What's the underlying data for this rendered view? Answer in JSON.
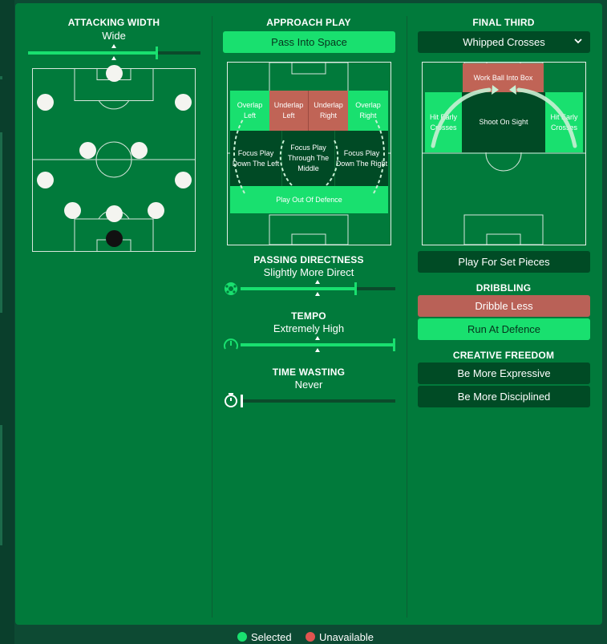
{
  "attacking_width": {
    "title": "ATTACKING WIDTH",
    "value": "Wide",
    "level_fraction": 0.74
  },
  "approach_play": {
    "title": "APPROACH PLAY",
    "selected_label": "Pass Into Space",
    "zones": {
      "overlap_left": "Overlap Left",
      "underlap_left": "Underlap Left",
      "underlap_right": "Underlap Right",
      "overlap_right": "Overlap Right",
      "focus_left": "Focus Play Down The Left",
      "focus_middle": "Focus Play Through The Middle",
      "focus_right": "Focus Play Down The Right",
      "play_out": "Play Out Of Defence"
    }
  },
  "passing_directness": {
    "title": "PASSING DIRECTNESS",
    "value": "Slightly More Direct",
    "level_fraction": 0.74
  },
  "tempo": {
    "title": "TEMPO",
    "value": "Extremely High",
    "level_fraction": 1.0
  },
  "time_wasting": {
    "title": "TIME WASTING",
    "value": "Never",
    "level_fraction": 0.0
  },
  "final_third": {
    "title": "FINAL THIRD",
    "dropdown_value": "Whipped Crosses",
    "zones": {
      "work_ball": "Work Ball Into Box",
      "hit_early_left": "Hit Early Crosses",
      "shoot_on_sight": "Shoot On Sight",
      "hit_early_right": "Hit Early Crosses"
    },
    "set_pieces_label": "Play For Set Pieces"
  },
  "dribbling": {
    "title": "DRIBBLING",
    "less_label": "Dribble Less",
    "run_label": "Run At Defence"
  },
  "creative_freedom": {
    "title": "CREATIVE FREEDOM",
    "expressive_label": "Be More Expressive",
    "disciplined_label": "Be More Disciplined"
  },
  "legend": {
    "selected": "Selected",
    "unavailable": "Unavailable"
  },
  "colors": {
    "selected": "#19e06f",
    "unavailable": "#e25450",
    "panel": "#017a3b",
    "dark_button": "#004b25"
  }
}
